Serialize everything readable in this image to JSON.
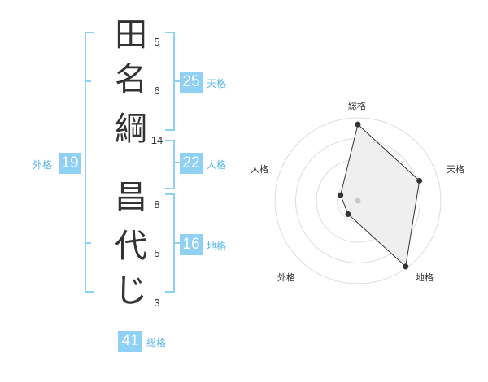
{
  "name": {
    "chars": [
      "田",
      "名",
      "綱",
      "昌",
      "代",
      "じ"
    ],
    "strokes": [
      "5",
      "6",
      "14",
      "8",
      "5",
      "3"
    ]
  },
  "fortune": {
    "tenkaku": {
      "label": "天格",
      "value": "25"
    },
    "jinkaku": {
      "label": "人格",
      "value": "22"
    },
    "chikaku": {
      "label": "地格",
      "value": "16"
    },
    "gaikaku": {
      "label": "外格",
      "value": "19"
    },
    "soukaku": {
      "label": "総格",
      "value": "41"
    }
  },
  "chart_data": {
    "type": "radar",
    "axes": [
      "総格",
      "天格",
      "地格",
      "外格",
      "人格"
    ],
    "values": [
      0.92,
      0.78,
      0.98,
      0.2,
      0.22
    ],
    "rings": 4,
    "colors": {
      "fill": "#efefef",
      "stroke": "#333333",
      "grid": "#dddddd",
      "point": "#333333",
      "center": "#c8c8c8"
    }
  }
}
